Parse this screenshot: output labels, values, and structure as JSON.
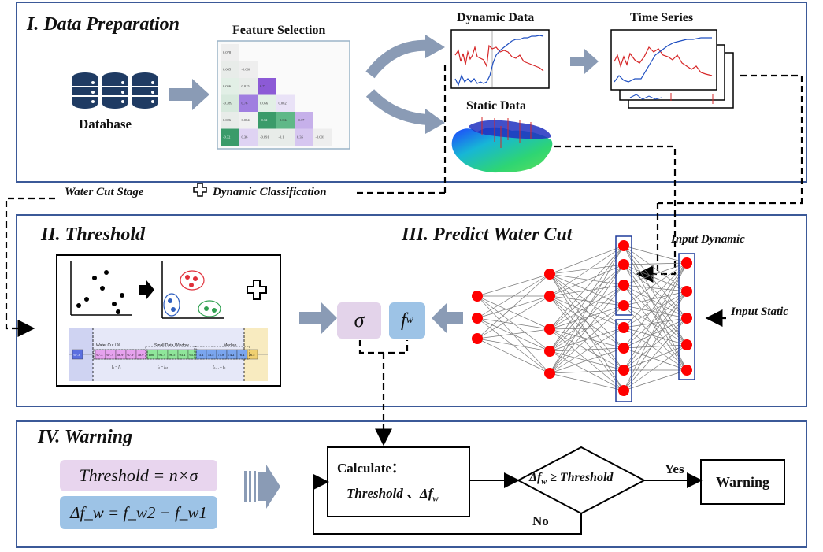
{
  "sections": {
    "prep": "I.  Data Preparation",
    "threshold": "II.  Threshold",
    "predict": "III.  Predict Water Cut",
    "warning": "IV.  Warning"
  },
  "prep": {
    "database": "Database",
    "feature_selection": "Feature Selection",
    "dynamic_data": "Dynamic Data",
    "static_data": "Static Data",
    "time_series": "Time Series",
    "corr_values": [
      [
        "0.078"
      ],
      [
        "0.085",
        "-0.000"
      ],
      [
        "0.056",
        "0.015",
        "0.7"
      ],
      [
        "-0.389",
        "0.76",
        "0.056",
        "0.082"
      ],
      [
        "0.026",
        "0.084",
        "-0.32",
        "-0.044",
        "-0.37"
      ],
      [
        "-0.32",
        "0.36",
        "-0.091",
        "-0.1",
        "0.35",
        "-0.001"
      ]
    ]
  },
  "links": {
    "water_cut_stage": "Water Cut Stage",
    "dynamic_classification": "Dynamic Classification",
    "input_dynamic": "Input Dynamic",
    "input_static": "Input Static"
  },
  "threshold": {
    "water_cut_label": "Water Cut / %",
    "small_window": "Small Data Window",
    "median": "Median",
    "cells_a": [
      "67.3",
      "67.7",
      "68.9",
      "67.9",
      "70.9"
    ],
    "cells_b": [
      "100",
      "96.7",
      "96.5",
      "93.2",
      "65.8"
    ],
    "cells_c": [
      "73.2",
      "73.5",
      "75.8",
      "74.2",
      "76.4"
    ],
    "left_value": "67.3",
    "right_value": "76.5",
    "sub_a": "f₁ ~ f₅",
    "sub_b": "f₆ ~ f₁₀",
    "sub_c": "fₙ₋₄ ~ fₙ",
    "sigma": "σ",
    "fw": "f",
    "fw_sub": "w"
  },
  "warning": {
    "formula1": "Threshold = n×σ",
    "formula2": "Δf_w = f_w2 − f_w1",
    "calculate": "Calculate：",
    "calc_terms": "Threshold 、Δf",
    "calc_sub": "w",
    "condition": "Δf",
    "condition_sub": "w",
    "condition_rest": " ≥ Threshold",
    "yes": "Yes",
    "no": "No",
    "warning_box": "Warning"
  },
  "colors": {
    "panel_border": "#3b5998",
    "arrow": "#8a9bb5",
    "sigma_fill": "#e3d3ea",
    "fw_fill": "#9dc3e6",
    "formula1_fill": "#e8d5ee",
    "formula2_fill": "#9dc3e6",
    "node": "#ff0000",
    "db": "#1f3b63"
  }
}
